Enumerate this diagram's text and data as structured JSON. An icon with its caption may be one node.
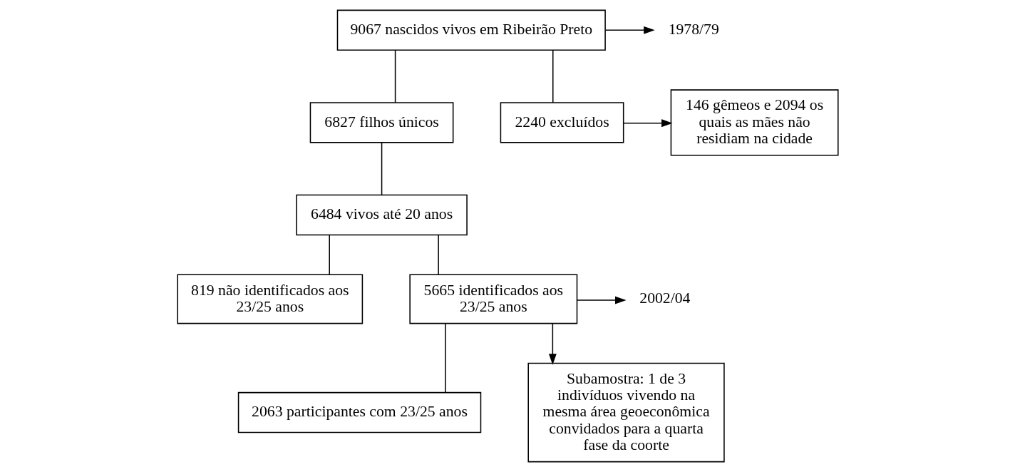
{
  "diagram": {
    "nodes": [
      {
        "text": [
          "9067 nascidos vivos em Ribeirão Preto"
        ]
      },
      {
        "text": [
          "1978/79"
        ]
      },
      {
        "text": [
          "6827 filhos únicos"
        ]
      },
      {
        "text": [
          "2240 excluídos"
        ]
      },
      {
        "text": [
          "146 gêmeos e 2094 os quais as mães não residiam na cidade"
        ]
      },
      {
        "text": [
          "6484 vivos até 20 anos"
        ]
      },
      {
        "text": [
          "819 não identificados aos 23/25 anos"
        ]
      },
      {
        "text": [
          "5665 identificados aos 23/25 anos"
        ]
      },
      {
        "text": [
          "2002/04"
        ]
      },
      {
        "text": [
          "2063 participantes com 23/25 anos"
        ]
      },
      {
        "text": [
          "Subamostra: 1 de 3 indivíduos vivendo na mesma área geoeconômica convidados para a quarta fase da coorte"
        ]
      }
    ],
    "edges": [
      {
        "from": 0,
        "to": 1,
        "arrow": "to"
      },
      {
        "from": 0,
        "to": 2,
        "arrow": "none"
      },
      {
        "from": 0,
        "to": 3,
        "arrow": "none"
      },
      {
        "from": 3,
        "to": 4,
        "arrow": "to"
      },
      {
        "from": 2,
        "to": 5,
        "arrow": "none"
      },
      {
        "from": 5,
        "to": 6,
        "arrow": "none"
      },
      {
        "from": 5,
        "to": 7,
        "arrow": "none"
      },
      {
        "from": 7,
        "to": 8,
        "arrow": "to"
      },
      {
        "from": 7,
        "to": 9,
        "arrow": "none"
      },
      {
        "from": 7,
        "to": 10,
        "arrow": "to"
      }
    ]
  }
}
